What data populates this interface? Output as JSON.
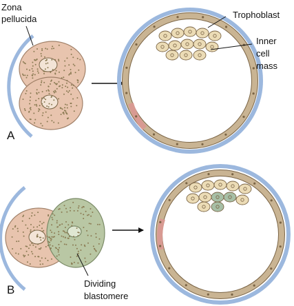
{
  "labels": {
    "zona_line1": "Zona",
    "zona_line2": "pellucida",
    "trophoblast": "Trophoblast",
    "icm_line1": "Inner",
    "icm_line2": "cell",
    "icm_line3": "mass",
    "panel_a": "A",
    "panel_b": "B",
    "dividing_line1": "Dividing",
    "dividing_line2": "blastomere"
  },
  "colors": {
    "zona": "#9cb8de",
    "cell_pink": "#e8c4ae",
    "cell_pink_edge": "#a08068",
    "cell_green": "#b9c7a4",
    "troph_fill": "#c9b493",
    "troph_edge": "#7a6445",
    "troph_pink": "#d89a92",
    "icm_cell": "#ecdcb6",
    "icm_green": "#a7bfa6",
    "dots": "#8a7a52",
    "ink": "#111111"
  }
}
